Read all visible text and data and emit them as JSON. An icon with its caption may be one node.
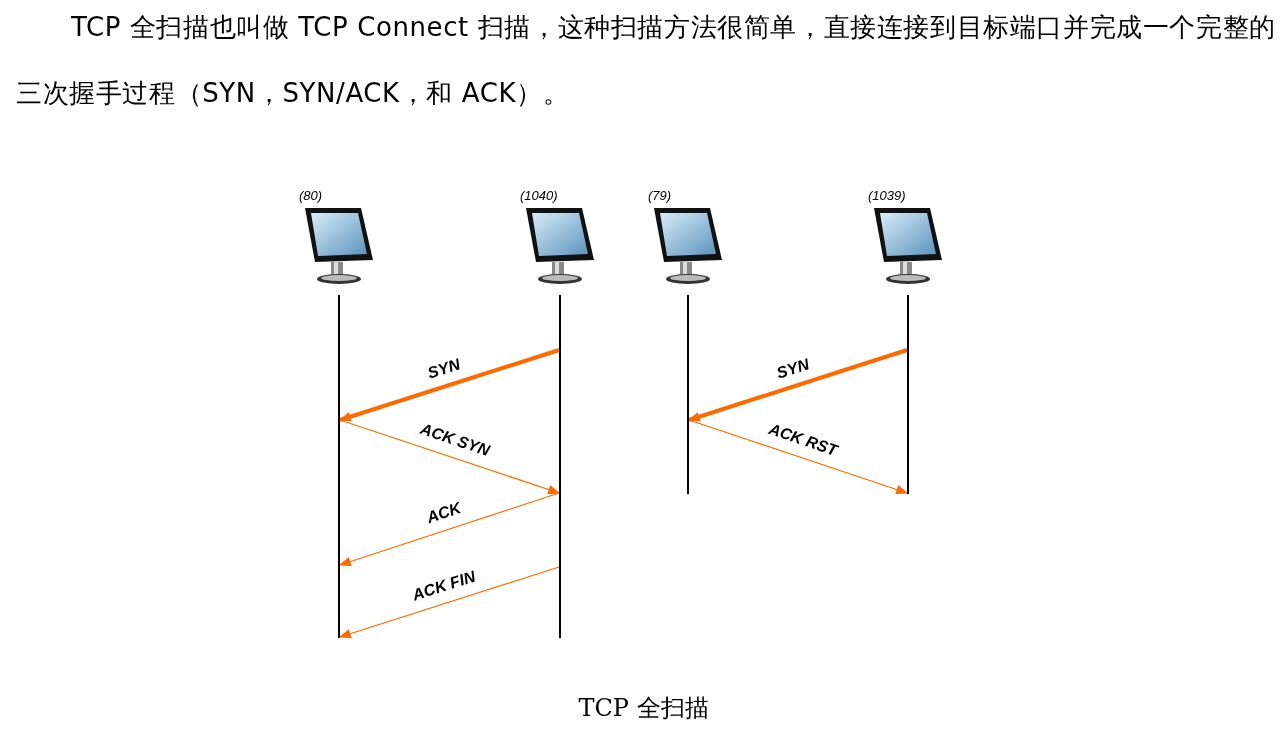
{
  "diagram": {
    "caption": "TCP 全扫描",
    "nodes": [
      {
        "text": [
          "(80)"
        ]
      },
      {
        "text": [
          "(1040)"
        ]
      },
      {
        "text": [
          "(79)"
        ]
      },
      {
        "text": [
          "(1039)"
        ]
      },
      {
        "text": [],
        "shape": "bar"
      },
      {
        "text": [],
        "shape": "bar"
      },
      {
        "text": [],
        "shape": "bar"
      },
      {
        "text": [],
        "shape": "bar"
      }
    ],
    "edges": [
      {
        "from": 5,
        "to": 4,
        "arrow": "to",
        "label": "SYN",
        "style": "thick"
      },
      {
        "from": 4,
        "to": 5,
        "arrow": "to",
        "label": "ACK SYN"
      },
      {
        "from": 5,
        "to": 4,
        "arrow": "to",
        "label": "ACK"
      },
      {
        "from": 5,
        "to": 4,
        "arrow": "to",
        "label": "ACK FIN"
      },
      {
        "from": 7,
        "to": 6,
        "arrow": "to",
        "label": "SYN",
        "style": "thick"
      },
      {
        "from": 6,
        "to": 7,
        "arrow": "to",
        "label": "ACK RST"
      }
    ],
    "labels": [
      "TCP 全扫描也叫做 TCP Connect 扫描，这种扫描方法很简单，直接连接到目标端口并完成一个完整的三次握手过程（SYN，SYN/ACK，和 ACK）。"
    ]
  }
}
